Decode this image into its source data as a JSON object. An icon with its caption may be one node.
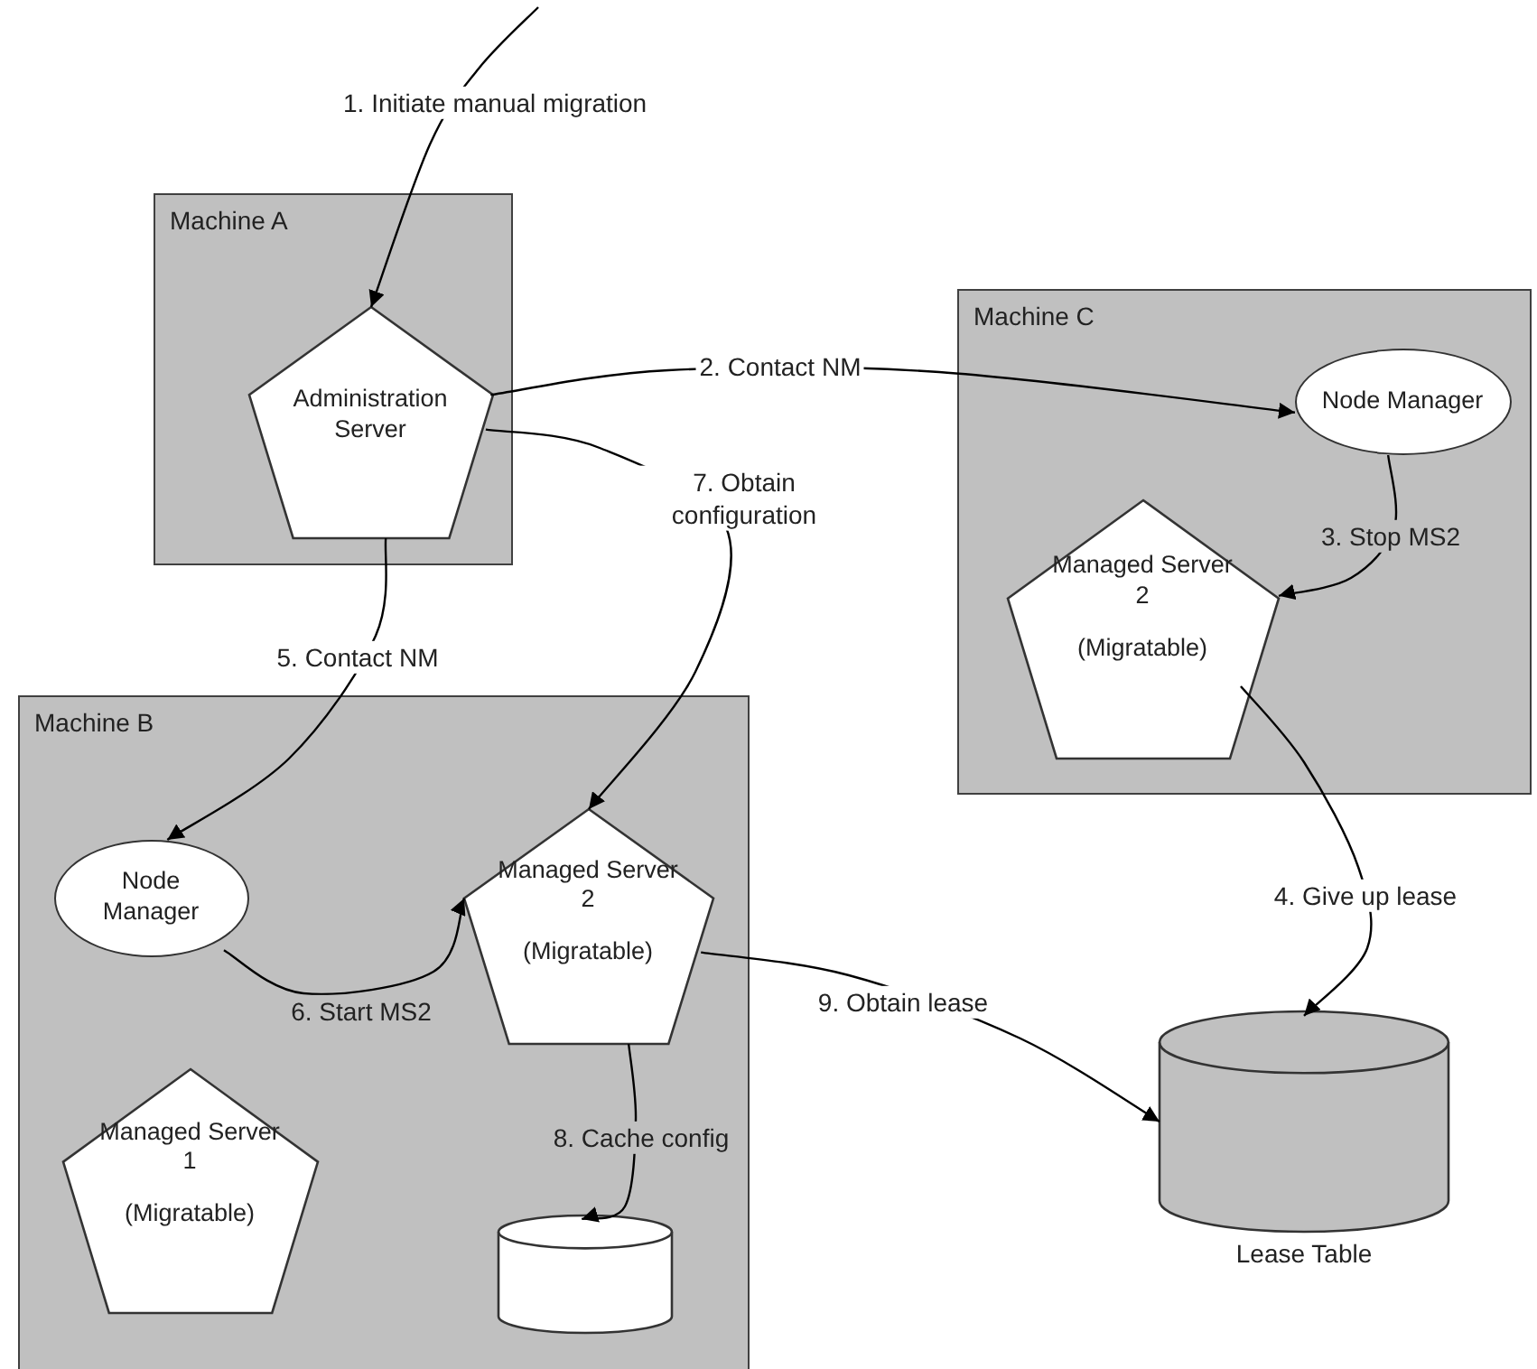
{
  "diagram": {
    "nodes": [
      {
        "text": [
          "Machine A"
        ]
      },
      {
        "text": [
          "Administration Server"
        ],
        "in": 0
      },
      {
        "text": [
          "Machine C"
        ]
      },
      {
        "text": [
          "Node Manager"
        ],
        "in": 2
      },
      {
        "text": [
          "Managed Server 2",
          "(Migratable)"
        ],
        "in": 2
      },
      {
        "text": [
          "Machine B"
        ]
      },
      {
        "text": [
          "Node Manager"
        ],
        "in": 5
      },
      {
        "text": [
          "Managed Server 2",
          "(Migratable)"
        ],
        "in": 5
      },
      {
        "text": [
          "Managed Server 1",
          "(Migratable)"
        ],
        "in": 5
      },
      {
        "text": [],
        "shape": "cylinder",
        "in": 5
      },
      {
        "text": [
          "Lease Table"
        ]
      }
    ],
    "edges": [
      {
        "from": null,
        "to": 1,
        "arrow": "to",
        "label": "1. Initiate manual migration"
      },
      {
        "from": 1,
        "to": 3,
        "arrow": "to",
        "label": "2. Contact NM"
      },
      {
        "from": 3,
        "to": 4,
        "arrow": "to",
        "label": "3. Stop MS2"
      },
      {
        "from": 4,
        "to": 10,
        "arrow": "to",
        "label": "4. Give up lease"
      },
      {
        "from": 1,
        "to": 6,
        "arrow": "to",
        "label": "5. Contact NM"
      },
      {
        "from": 6,
        "to": 7,
        "arrow": "to",
        "label": "6. Start MS2"
      },
      {
        "from": 1,
        "to": 7,
        "arrow": "to",
        "label": "7. Obtain configuration"
      },
      {
        "from": 7,
        "to": 9,
        "arrow": "to",
        "label": "8. Cache config"
      },
      {
        "from": 7,
        "to": 10,
        "arrow": "to",
        "label": "9. Obtain lease"
      }
    ]
  }
}
